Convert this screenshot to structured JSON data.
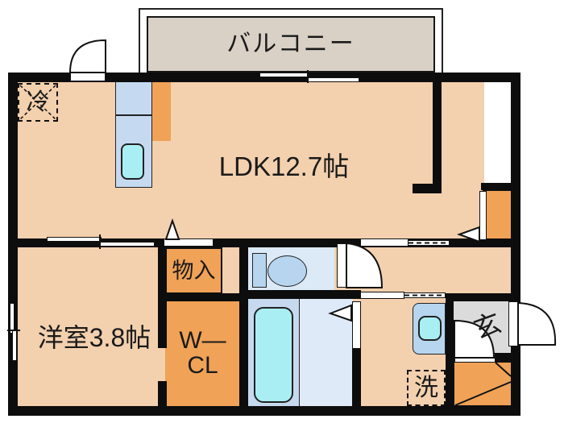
{
  "floorplan": {
    "balcony_label": "バルコニー",
    "ldk_label": "LDK12.7帖",
    "western_room_label": "洋室3.8帖",
    "storage_label": "物入",
    "walkin_closet_line1": "W―",
    "walkin_closet_line2": "CL",
    "entrance_label": "玄",
    "laundry_label": "洗",
    "refrigerator_label": "冷",
    "colors": {
      "wall": "#0d0d0d",
      "floor": "#f3d0ae",
      "orange": "#f0a257",
      "balcony": "#d9d0c6",
      "genkan": "#dbdbdb",
      "toiletfloor": "#dce9f7",
      "bathleft": "#c6d9ef",
      "bathright": "#dfeaf8",
      "counter": "#c5daf1",
      "cyan": "#a9eef2",
      "fixture": "#b7d5ee"
    }
  }
}
